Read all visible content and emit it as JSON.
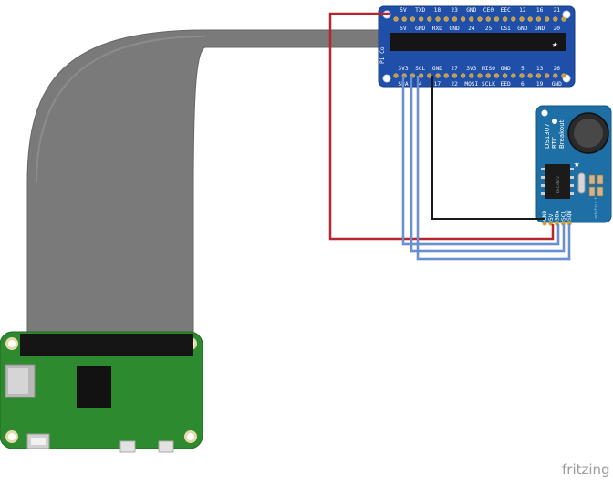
{
  "cobbler": {
    "top_pins": [
      "5V",
      "TXD",
      "18",
      "23",
      "GND",
      "CE0",
      "EEC",
      "12",
      "16",
      "21"
    ],
    "top_row2": [
      "5V",
      "GND",
      "RXD",
      "GND",
      "24",
      "25",
      "CS1",
      "GND",
      "GND",
      "20"
    ],
    "side_label": "Pi Co",
    "bottom_row1": [
      "3V3",
      "SCL",
      "GND",
      "27",
      "3V3",
      "MISO",
      "GND",
      "5",
      "13",
      "26"
    ],
    "bottom_row2": [
      "SDA",
      "4",
      "17",
      "22",
      "MOSI",
      "SCLK",
      "EED",
      "6",
      "19",
      "GND"
    ]
  },
  "rtc": {
    "title_lines": [
      "DS1307",
      "RTC",
      "Breakout"
    ],
    "pins": [
      "GND",
      "5V",
      "SDA",
      "SCL",
      "SQW"
    ],
    "chip_text": "DS1307Z",
    "brand": "adafruit"
  },
  "watermark": "fritzing",
  "colors": {
    "wire_5v": "#b7262c",
    "wire_gnd": "#1a1a1a",
    "wire_i2c": "#4a78c4",
    "ribbon": "#7a7a7a",
    "cobbler_pcb": "#1f4fa8",
    "rtc_pcb": "#1d6fa5",
    "pi_pcb": "#2d8a2f"
  }
}
